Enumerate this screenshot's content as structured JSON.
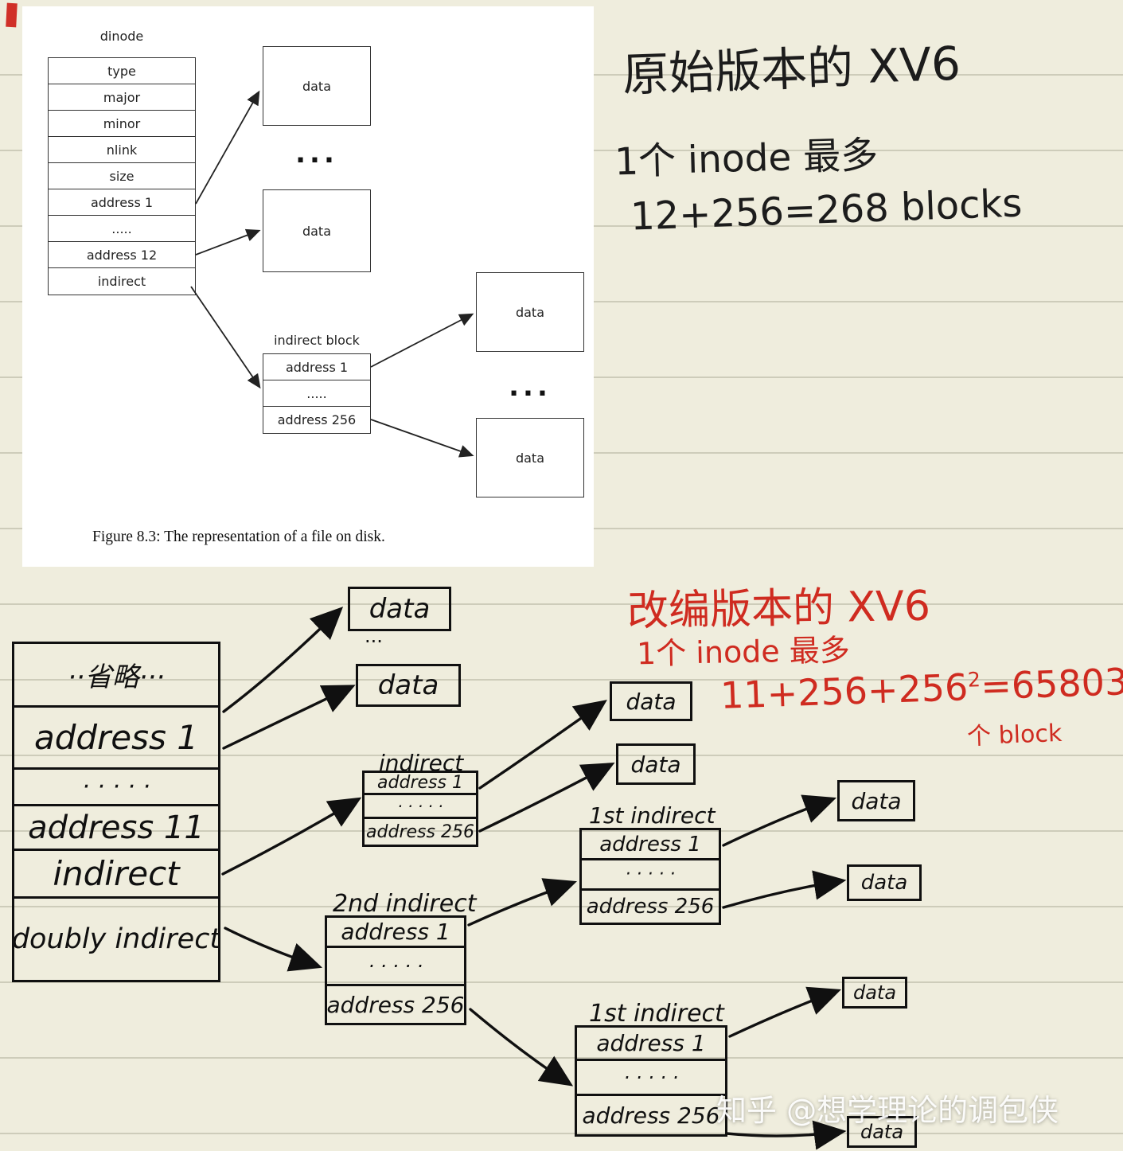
{
  "figure": {
    "dinode_label": "dinode",
    "dinode_rows": [
      "type",
      "major",
      "minor",
      "nlink",
      "size",
      "address 1",
      ".....",
      "address 12",
      "indirect"
    ],
    "indirect_block_label": "indirect block",
    "indirect_rows": [
      "address 1",
      ".....",
      "address 256"
    ],
    "data_label": "data",
    "ellipsis": "...",
    "caption": "Figure 8.3: The representation of a file on disk."
  },
  "notes_black": {
    "title": "原始版本的 XV6",
    "line2": "1个 inode 最多",
    "line3": "12+256=268 blocks"
  },
  "notes_red": {
    "title": "改编版本的 XV6",
    "line2": "1个 inode 最多",
    "formula_base": "11+256+256",
    "formula_exp": "2",
    "formula_result": "=65803",
    "unit": "个 block",
    "ink_color": "#cf2b20"
  },
  "sketch": {
    "inode_rows": [
      "··省略···",
      "address 1",
      "· · · · ·",
      "address 11",
      "indirect",
      "doubly indirect"
    ],
    "block_rows": [
      "address 1",
      "· · · · ·",
      "address 256"
    ],
    "indirect_label": "indirect",
    "second_indirect_label": "2nd indirect",
    "first_indirect_label": "1st indirect",
    "data_label": "data",
    "ellipsis": "···"
  },
  "watermark": "知乎 @想学理论的调包侠"
}
